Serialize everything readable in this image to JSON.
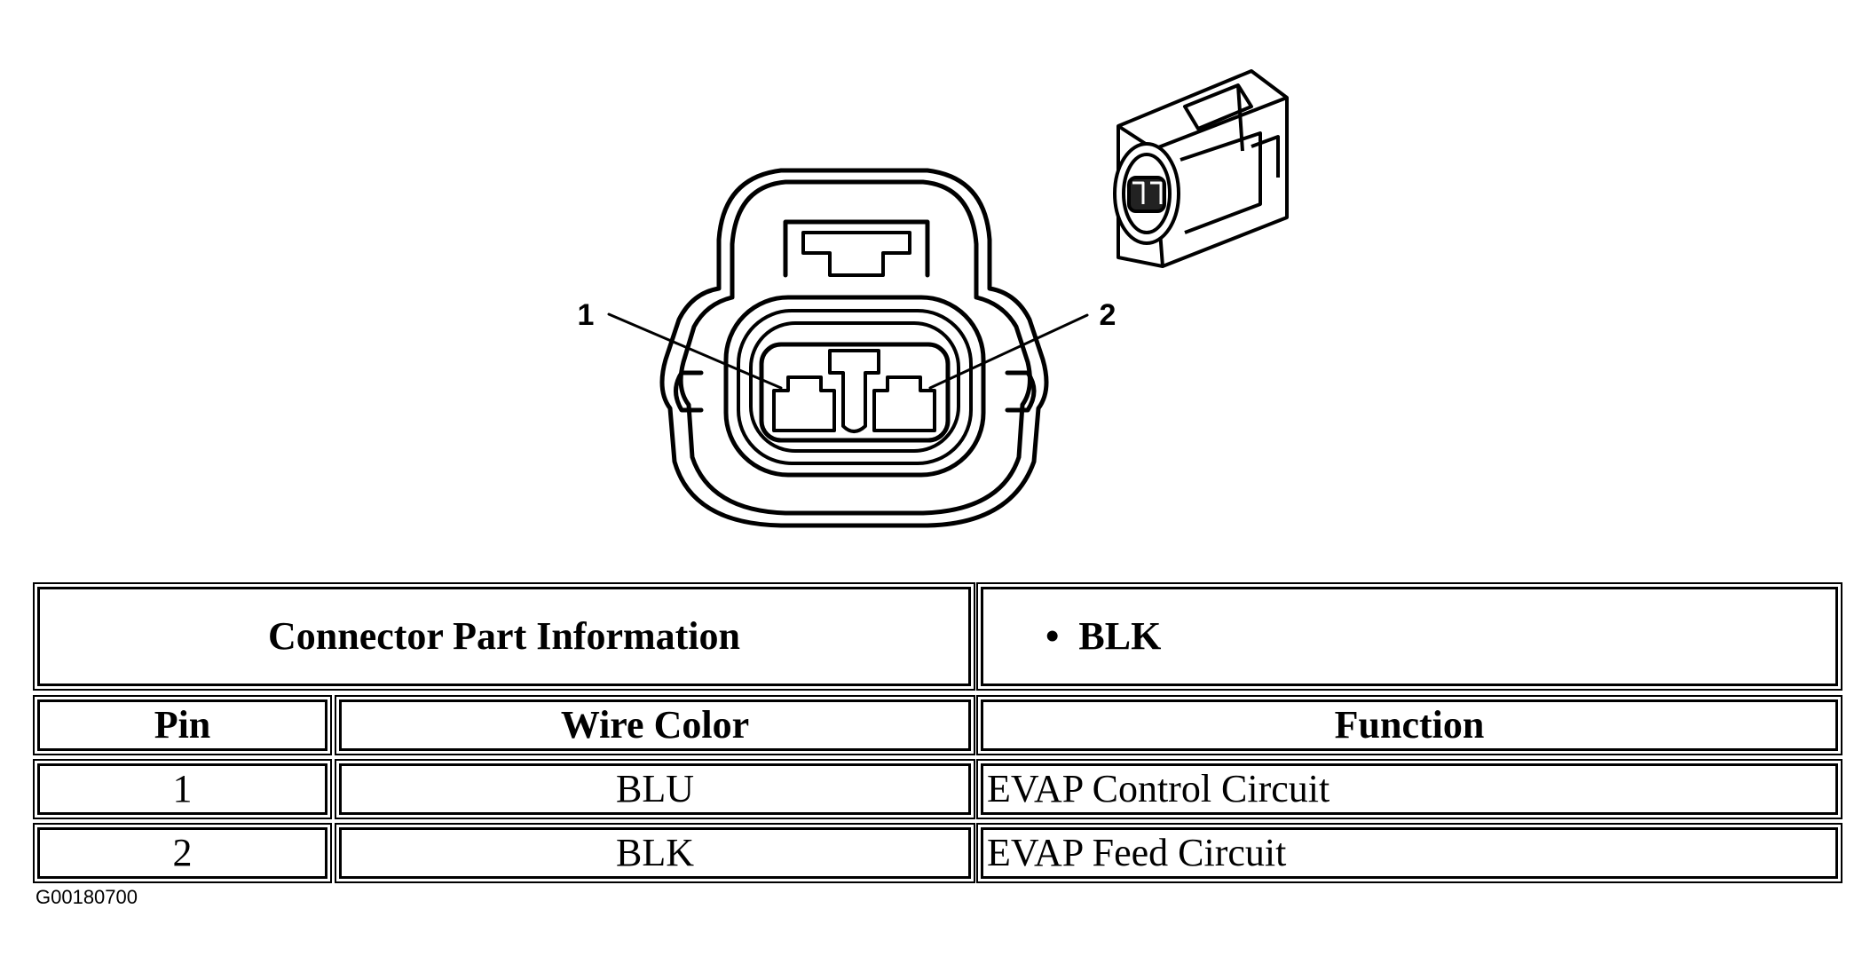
{
  "diagram": {
    "pin_labels": [
      "1",
      "2"
    ]
  },
  "table": {
    "part_info_label": "Connector Part Information",
    "part_info_value": "BLK",
    "headers": {
      "pin": "Pin",
      "wire_color": "Wire Color",
      "function": "Function"
    },
    "rows": [
      {
        "pin": "1",
        "wire_color": "BLU",
        "function": "EVAP Control Circuit"
      },
      {
        "pin": "2",
        "wire_color": "BLK",
        "function": "EVAP Feed Circuit"
      }
    ]
  },
  "figure_id": "G00180700"
}
